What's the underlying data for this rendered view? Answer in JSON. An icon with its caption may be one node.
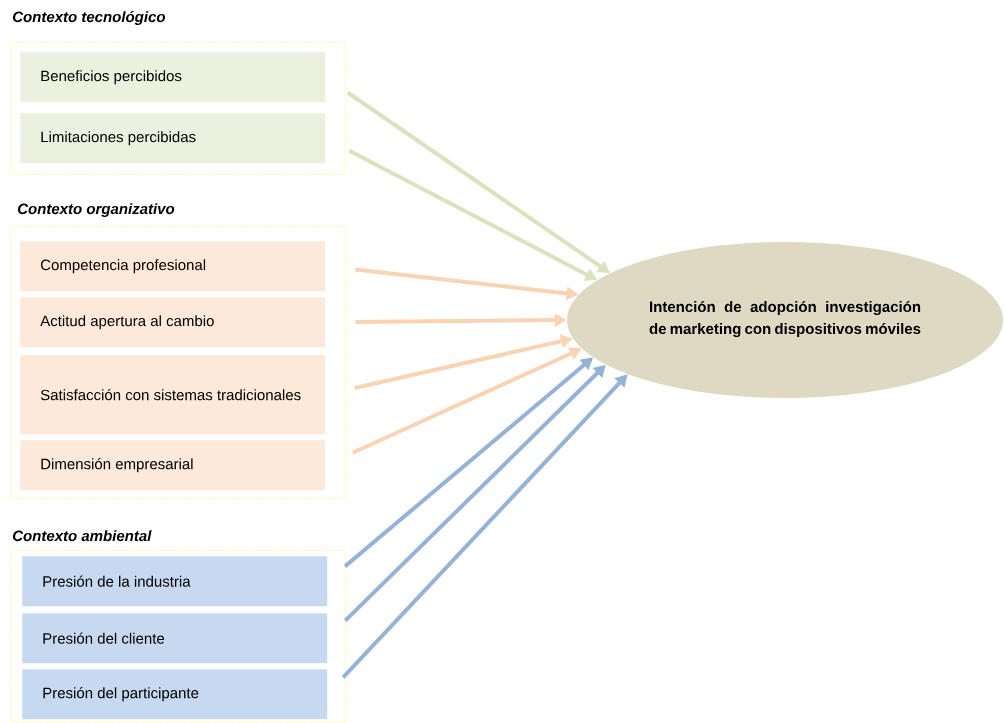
{
  "diagram": {
    "nodes": [
      {
        "text": [
          "Contexto tecnológico"
        ]
      },
      {
        "text": [
          "Beneficios percibidos"
        ],
        "in": 0
      },
      {
        "text": [
          "Limitaciones percibidas"
        ],
        "in": 0
      },
      {
        "text": [
          "Contexto organizativo"
        ]
      },
      {
        "text": [
          "Competencia profesional"
        ],
        "in": 3
      },
      {
        "text": [
          "Actitud apertura al cambio"
        ],
        "in": 3
      },
      {
        "text": [
          "Satisfacción con sistemas tradicionales"
        ],
        "in": 3
      },
      {
        "text": [
          "Dimensión empresarial"
        ],
        "in": 3
      },
      {
        "text": [
          "Contexto ambiental"
        ]
      },
      {
        "text": [
          "Presión de la industria"
        ],
        "in": 8
      },
      {
        "text": [
          "Presión del cliente"
        ],
        "in": 8
      },
      {
        "text": [
          "Presión del participante"
        ],
        "in": 8
      },
      {
        "text": [
          "Intención de adopción investigación de marketing con dispositivos móviles"
        ]
      }
    ],
    "edges": [
      {
        "from": 1,
        "to": 12,
        "arrow": "to",
        "color": "#d7e4bd"
      },
      {
        "from": 2,
        "to": 12,
        "arrow": "to",
        "color": "#d7e4bd"
      },
      {
        "from": 4,
        "to": 12,
        "arrow": "to"
      },
      {
        "from": 5,
        "to": 12,
        "arrow": "to"
      },
      {
        "from": 6,
        "to": 12,
        "arrow": "to"
      },
      {
        "from": 7,
        "to": 12,
        "arrow": "to"
      },
      {
        "from": 9,
        "to": 12,
        "arrow": "to",
        "color": "#95b3d7"
      },
      {
        "from": 10,
        "to": 12,
        "arrow": "to",
        "color": "#95b3d7"
      },
      {
        "from": 11,
        "to": 12,
        "arrow": "to",
        "color": "#95b3d7"
      }
    ]
  }
}
